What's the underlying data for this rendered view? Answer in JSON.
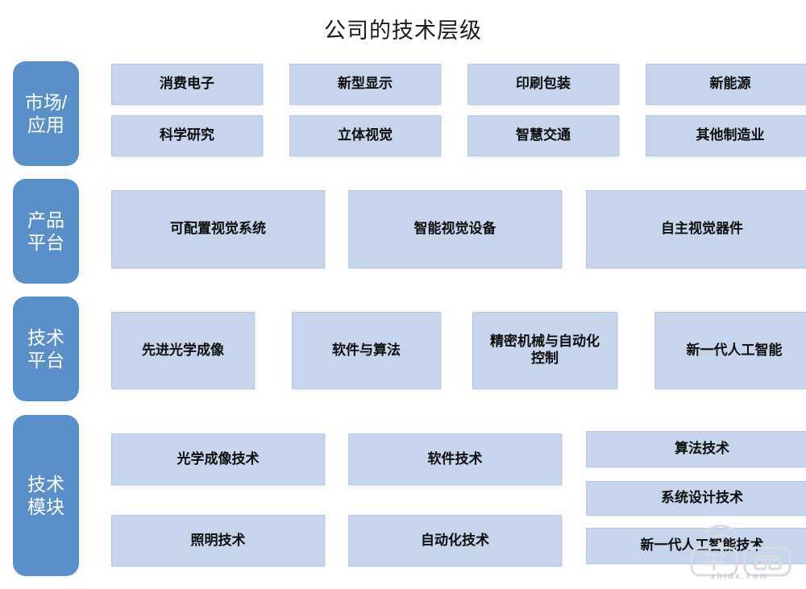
{
  "title": "公司的技术层级",
  "colors": {
    "tier_tab_fill": "#5b8fc9",
    "tier_tab_text": "#ffffff",
    "node_fill": "#c6d5ec",
    "node_border": "#b9c9e4",
    "node_text": "#0d0d0d",
    "background": "#ffffff",
    "watermark": "#dfe2ea"
  },
  "tiers": [
    {
      "id": "market-application",
      "label": "市场/\n应用",
      "nodes": [
        {
          "label": "消费电子"
        },
        {
          "label": "新型显示"
        },
        {
          "label": "印刷包装"
        },
        {
          "label": "新能源"
        },
        {
          "label": "科学研究"
        },
        {
          "label": "立体视觉"
        },
        {
          "label": "智慧交通"
        },
        {
          "label": "其他制造业"
        }
      ]
    },
    {
      "id": "product-platform",
      "label": "产品\n平台",
      "nodes": [
        {
          "label": "可配置视觉系统"
        },
        {
          "label": "智能视觉设备"
        },
        {
          "label": "自主视觉器件"
        }
      ]
    },
    {
      "id": "technology-platform",
      "label": "技术\n平台",
      "nodes": [
        {
          "label": "先进光学成像"
        },
        {
          "label": "软件与算法"
        },
        {
          "label": "精密机械与自动化\n控制"
        },
        {
          "label": "新一代人工智能"
        }
      ]
    },
    {
      "id": "technology-module",
      "label": "技术\n模块",
      "nodes": [
        {
          "label": "光学成像技术"
        },
        {
          "label": "软件技术"
        },
        {
          "label": "算法技术"
        },
        {
          "label": "系统设计技术"
        },
        {
          "label": "照明技术"
        },
        {
          "label": "自动化技术"
        },
        {
          "label": "新一代人工智能技术"
        }
      ]
    }
  ],
  "watermark": {
    "brand": "智东西",
    "url": "zhidx.com"
  }
}
